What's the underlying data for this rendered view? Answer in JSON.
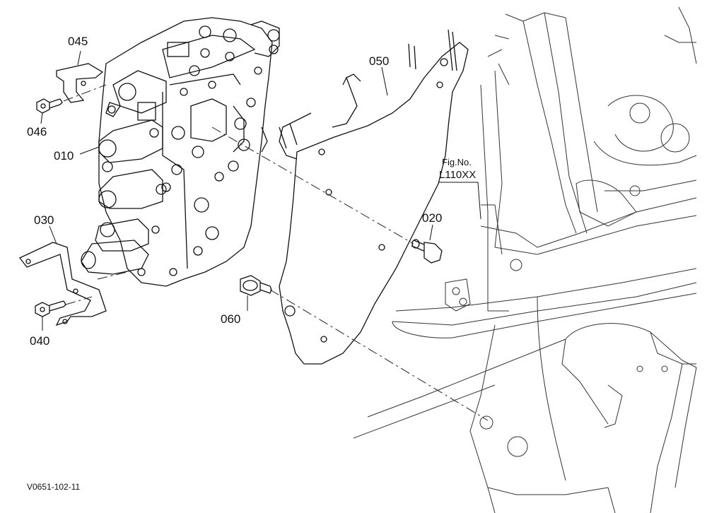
{
  "diagram": {
    "reference": {
      "fig_label": "Fig.No.",
      "fig_number": "L110XX"
    },
    "drawing_code": "V0651-102-11",
    "parts": [
      {
        "id": "045",
        "label": "045"
      },
      {
        "id": "046",
        "label": "046"
      },
      {
        "id": "010",
        "label": "010"
      },
      {
        "id": "050",
        "label": "050"
      },
      {
        "id": "020",
        "label": "020"
      },
      {
        "id": "030",
        "label": "030"
      },
      {
        "id": "040",
        "label": "040"
      },
      {
        "id": "060",
        "label": "060"
      }
    ]
  }
}
